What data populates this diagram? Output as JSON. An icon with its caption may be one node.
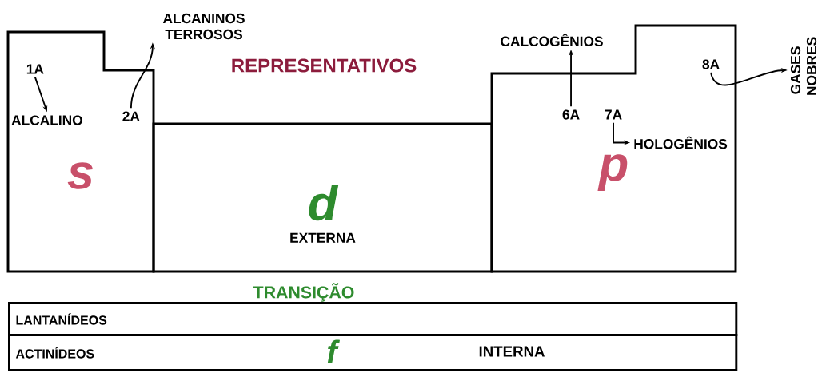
{
  "diagram": {
    "nodes": [
      {
        "text": [
          "s"
        ]
      },
      {
        "text": [
          "1A"
        ],
        "in": 0
      },
      {
        "text": [
          "ALCALINO"
        ],
        "in": 0
      },
      {
        "text": [
          "2A"
        ],
        "in": 0
      },
      {
        "text": [
          "ALCANINOS TERROSOS"
        ]
      },
      {
        "text": [
          "d",
          "EXTERNA"
        ]
      },
      {
        "text": [
          "p"
        ]
      },
      {
        "text": [
          "CALCOGÊNIOS"
        ]
      },
      {
        "text": [
          "6A"
        ],
        "in": 6
      },
      {
        "text": [
          "7A"
        ],
        "in": 6
      },
      {
        "text": [
          "HOLOGÊNIOS"
        ],
        "in": 6
      },
      {
        "text": [
          "8A"
        ],
        "in": 6
      },
      {
        "text": [
          "GASES NOBRES"
        ]
      },
      {
        "text": [
          "LANTANÍDEOS"
        ]
      },
      {
        "text": [
          "ACTINÍDEOS"
        ]
      }
    ],
    "edges": [
      {
        "from": 1,
        "to": 2,
        "arrow": "to"
      },
      {
        "from": 3,
        "to": 4,
        "arrow": "to"
      },
      {
        "from": 8,
        "to": 7,
        "arrow": "to"
      },
      {
        "from": 9,
        "to": 10,
        "arrow": "to"
      },
      {
        "from": 11,
        "to": 12,
        "arrow": "to"
      }
    ],
    "labels": [
      "REPRESENTATIVOS",
      "TRANSIÇÃO",
      "f",
      "INTERNA"
    ]
  }
}
